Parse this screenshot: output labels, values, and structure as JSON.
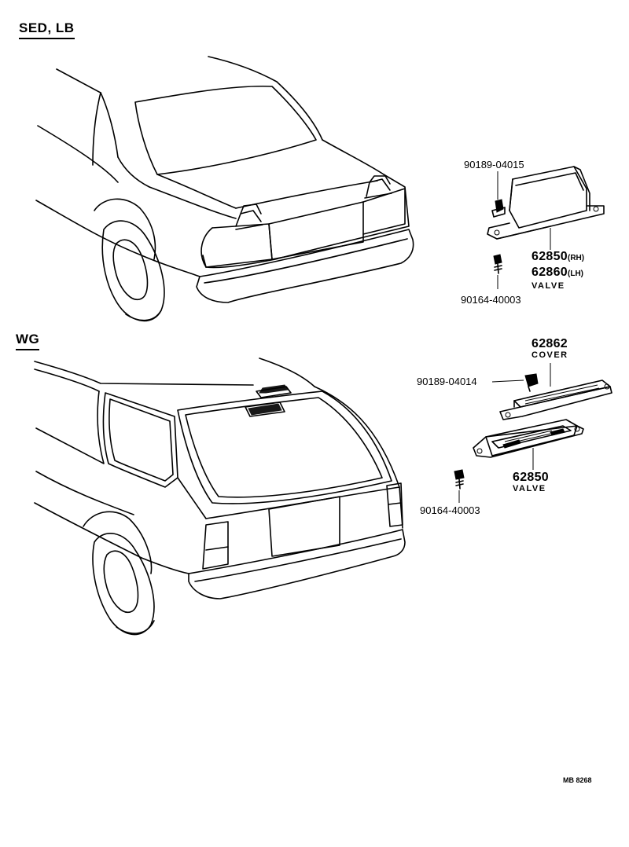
{
  "sections": {
    "sedan": {
      "title": "SED, LB"
    },
    "wagon": {
      "title": "WG"
    }
  },
  "parts": {
    "sed_clip": {
      "number": "90189-04015"
    },
    "sed_valve": {
      "number_rh": "62850",
      "side_rh": "(RH)",
      "number_lh": "62860",
      "side_lh": "(LH)",
      "description": "VALVE"
    },
    "sed_screw": {
      "number": "90164-40003"
    },
    "wg_cover": {
      "number": "62862",
      "description": "COVER"
    },
    "wg_clip": {
      "number": "90189-04014"
    },
    "wg_valve": {
      "number": "62850",
      "description": "VALVE"
    },
    "wg_screw": {
      "number": "90164-40003"
    }
  },
  "footer": {
    "code": "MB 8268"
  }
}
